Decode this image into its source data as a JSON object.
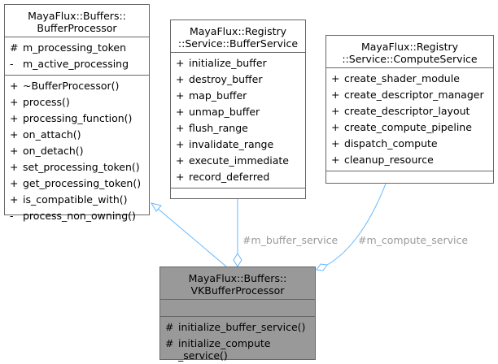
{
  "classes": {
    "buffer_processor": {
      "title": [
        "MayaFlux::Buffers::",
        "BufferProcessor"
      ],
      "attributes": [
        {
          "vis": "#",
          "name": "m_processing_token"
        },
        {
          "vis": "-",
          "name": "m_active_processing"
        }
      ],
      "methods": [
        {
          "vis": "+",
          "name": "~BufferProcessor()"
        },
        {
          "vis": "+",
          "name": "process()"
        },
        {
          "vis": "+",
          "name": "processing_function()"
        },
        {
          "vis": "+",
          "name": "on_attach()"
        },
        {
          "vis": "+",
          "name": "on_detach()"
        },
        {
          "vis": "+",
          "name": "set_processing_token()"
        },
        {
          "vis": "+",
          "name": "get_processing_token()"
        },
        {
          "vis": "+",
          "name": "is_compatible_with()"
        },
        {
          "vis": "-",
          "name": "process_non_owning()"
        }
      ]
    },
    "buffer_service": {
      "title": [
        "MayaFlux::Registry",
        "::Service::BufferService"
      ],
      "attributes": [
        {
          "vis": "+",
          "name": "initialize_buffer"
        },
        {
          "vis": "+",
          "name": "destroy_buffer"
        },
        {
          "vis": "+",
          "name": "map_buffer"
        },
        {
          "vis": "+",
          "name": "unmap_buffer"
        },
        {
          "vis": "+",
          "name": "flush_range"
        },
        {
          "vis": "+",
          "name": "invalidate_range"
        },
        {
          "vis": "+",
          "name": "execute_immediate"
        },
        {
          "vis": "+",
          "name": "record_deferred"
        }
      ]
    },
    "compute_service": {
      "title": [
        "MayaFlux::Registry",
        "::Service::ComputeService"
      ],
      "attributes": [
        {
          "vis": "+",
          "name": "create_shader_module"
        },
        {
          "vis": "+",
          "name": "create_descriptor_manager"
        },
        {
          "vis": "+",
          "name": "create_descriptor_layout"
        },
        {
          "vis": "+",
          "name": "create_compute_pipeline"
        },
        {
          "vis": "+",
          "name": "dispatch_compute"
        },
        {
          "vis": "+",
          "name": "cleanup_resource"
        }
      ]
    },
    "vk_buffer_processor": {
      "title": [
        "MayaFlux::Buffers::",
        "VKBufferProcessor"
      ],
      "methods": [
        {
          "vis": "#",
          "name": "initialize_buffer_service()"
        },
        {
          "vis": "#",
          "name": "initialize_compute",
          "cont": "_service()"
        }
      ]
    }
  },
  "edges": {
    "buffer_service_label": "#m_buffer_service",
    "compute_service_label": "#m_compute_service"
  },
  "colors": {
    "edge": "#63b8ff",
    "label": "#9a9a9a",
    "focus_fill": "#999999",
    "border": "#666666"
  }
}
